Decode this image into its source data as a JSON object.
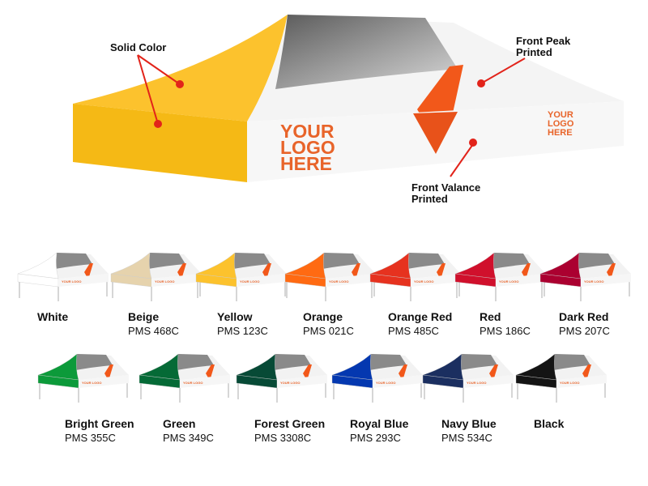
{
  "callouts": {
    "solid_color": "Solid Color",
    "front_peak": "Front Peak Printed",
    "front_valance": "Front Valance Printed"
  },
  "main_tent": {
    "logo_text": "YOUR LOGO HERE",
    "canopy_color": "#fcc22d",
    "logo_color": "#e8642a",
    "stripe_color": "#f2581a"
  },
  "colors": [
    {
      "name": "White",
      "pms": "",
      "hex": "#ffffff"
    },
    {
      "name": "Beige",
      "pms": "PMS 468C",
      "hex": "#e6d3ad"
    },
    {
      "name": "Yellow",
      "pms": "PMS 123C",
      "hex": "#fcc22d"
    },
    {
      "name": "Orange",
      "pms": "PMS 021C",
      "hex": "#ff6a12"
    },
    {
      "name": "Orange Red",
      "pms": "PMS 485C",
      "hex": "#e6321f"
    },
    {
      "name": "Red",
      "pms": "PMS 186C",
      "hex": "#d0102c"
    },
    {
      "name": "Dark Red",
      "pms": "PMS 207C",
      "hex": "#ab0030"
    },
    {
      "name": "Bright Green",
      "pms": "PMS 355C",
      "hex": "#0c9a3a"
    },
    {
      "name": "Green",
      "pms": "PMS 349C",
      "hex": "#056a36"
    },
    {
      "name": "Forest Green",
      "pms": "PMS 3308C",
      "hex": "#074a36"
    },
    {
      "name": "Royal Blue",
      "pms": "PMS 293C",
      "hex": "#0438b0"
    },
    {
      "name": "Navy Blue",
      "pms": "PMS 534C",
      "hex": "#1b2f60"
    },
    {
      "name": "Black",
      "pms": "",
      "hex": "#141414"
    }
  ]
}
